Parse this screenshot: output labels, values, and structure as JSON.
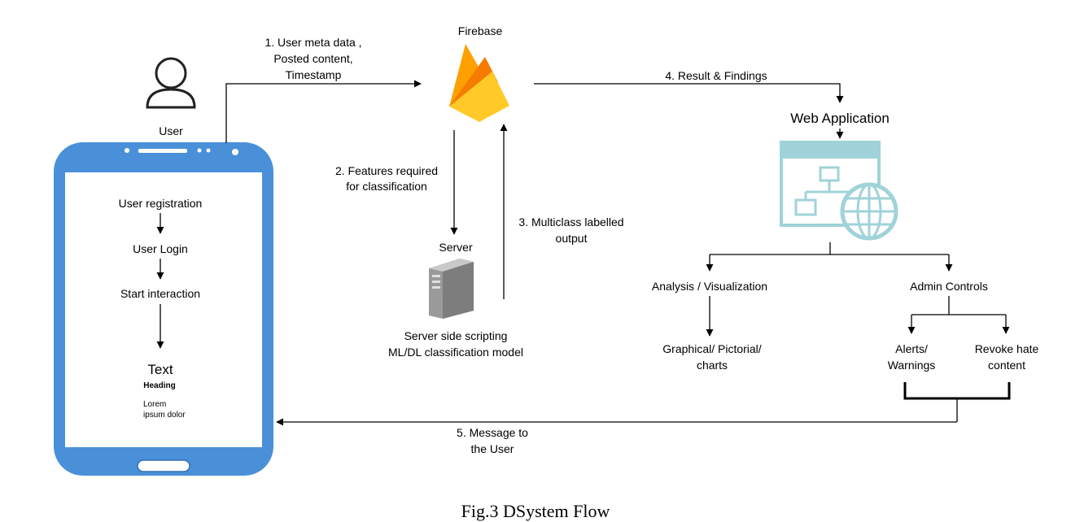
{
  "user": {
    "label": "User"
  },
  "phone": {
    "steps": [
      "User registration",
      "User Login",
      "Start interaction"
    ],
    "text_title": "Text",
    "heading": "Heading",
    "body_line1": "Lorem",
    "body_line2": "ipsum dolor"
  },
  "flows": {
    "step1": [
      "1. User meta data ,",
      "Posted content,",
      "Timestamp"
    ],
    "step2": [
      "2. Features required",
      "for classification"
    ],
    "step3": [
      "3. Multiclass labelled",
      "output"
    ],
    "step4": "4. Result & Findings",
    "step5": [
      "5. Message to",
      "the User"
    ]
  },
  "firebase": {
    "label": "Firebase"
  },
  "server": {
    "label": "Server",
    "desc1": "Server side scripting",
    "desc2": "ML/DL classification model"
  },
  "webapp": {
    "label": "Web Application"
  },
  "analysis": {
    "label": "Analysis / Visualization",
    "child1": "Graphical/ Pictorial/",
    "child2": "charts"
  },
  "admin": {
    "label": "Admin Controls",
    "alerts1": "Alerts/",
    "alerts2": "Warnings",
    "revoke1": "Revoke hate",
    "revoke2": "content"
  },
  "caption": "Fig.3 DSystem Flow",
  "colors": {
    "phone_blue": "#4a90d9",
    "phone_dark": "#2f6fb3",
    "webapp_teal": "#9fd3d9",
    "firebase_yellow": "#ffca28",
    "firebase_orange": "#f57c00"
  }
}
